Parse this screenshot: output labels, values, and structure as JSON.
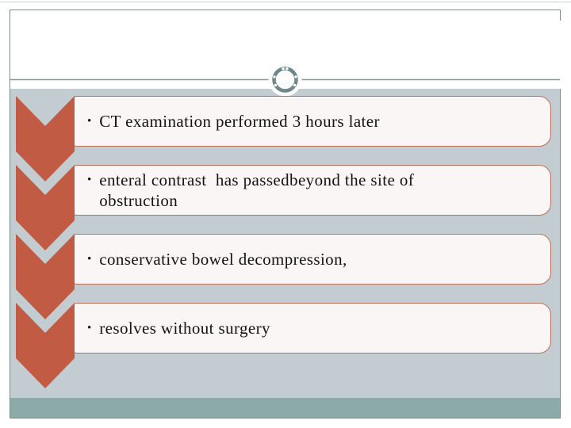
{
  "slide": {
    "bullet_glyph": "•",
    "items": [
      {
        "lines": [
          "CT examination performed 3 hours later"
        ]
      },
      {
        "lines": [
          "enteral contrast  has passedbeyond the site of",
          "obstruction"
        ]
      },
      {
        "lines": [
          "conservative bowel decompression,"
        ]
      },
      {
        "lines": [
          "resolves without surgery"
        ]
      }
    ],
    "colors": {
      "chevron_arrow": "#c15b43",
      "box_fill": "#f9f6f5",
      "box_border": "#bb705c",
      "content_background": "#c3cdd1",
      "footer_bar": "#8caaa7",
      "ring_ornament": "#6e8789",
      "frame_border": "#7e8b8f",
      "text": "#151310"
    }
  }
}
